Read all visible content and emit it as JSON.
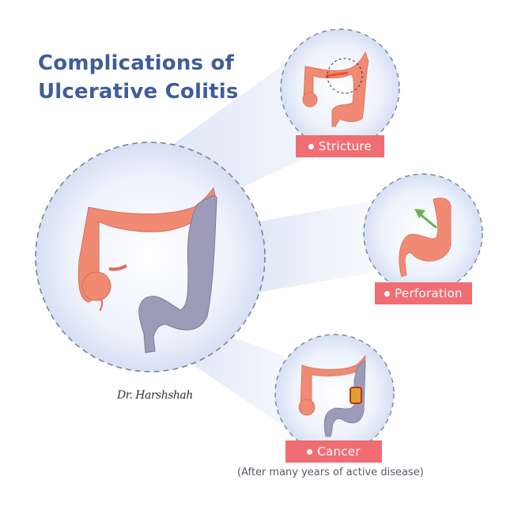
{
  "title": {
    "line1": "Complications of",
    "line2": "Ulcerative Colitis"
  },
  "main_illustration": {
    "description": "Colon with healthy (pink) ascending/transverse segment and inflamed (grey-purple) descending/sigmoid segment"
  },
  "complications": [
    {
      "label": "Stricture",
      "icon": "bullet-dot"
    },
    {
      "label": "Perforation",
      "icon": "bullet-dot"
    },
    {
      "label": "Cancer",
      "icon": "bullet-dot"
    }
  ],
  "cancer_note": "(After many years of active disease)",
  "signature": "Dr. Harshshah",
  "colors": {
    "title": "#3f5d9c",
    "label_bg": "#f16d74",
    "healthy_colon": "#f08a73",
    "inflamed_colon": "#9c9cb8",
    "circle_fill": "#e4ebf8",
    "dash": "#7a8296",
    "arrow": "#6ab04c"
  }
}
